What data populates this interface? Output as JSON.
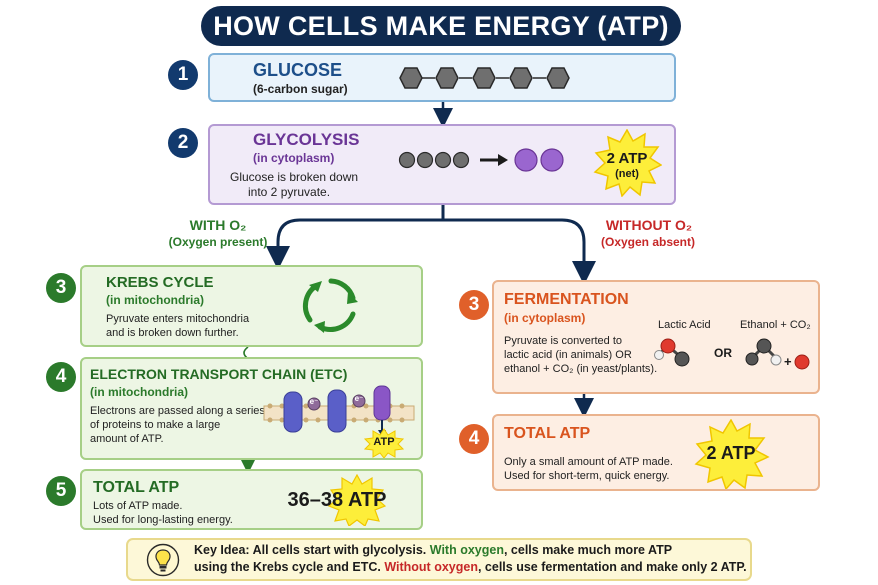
{
  "title": "HOW CELLS MAKE ENERGY (ATP)",
  "colors": {
    "navy": "#0f2a4f",
    "green": "#2b7a2b",
    "orange": "#e0602a",
    "purple": "#6a3596",
    "red": "#c62828",
    "star": "#fdee3a"
  },
  "steps": {
    "glucose": {
      "number": "1",
      "title": "GLUCOSE",
      "subtitle": "(6-carbon sugar)",
      "icon": "hexagon-chain-icon"
    },
    "glycolysis": {
      "number": "2",
      "title": "GLYCOLYSIS",
      "subtitle": "(in cytoplasm)",
      "line1": "Glucose is broken down",
      "line2": "into 2 pyruvate.",
      "atp_value": "2 ATP",
      "atp_note": "(net)"
    },
    "krebs": {
      "number": "3",
      "title": "KREBS CYCLE",
      "subtitle": "(in mitochondria)",
      "line1": "Pyruvate enters mitochondria",
      "line2": "and is broken down further.",
      "icon": "cycle-arrows-icon"
    },
    "etc": {
      "number": "4",
      "title": "ELECTRON TRANSPORT CHAIN (ETC)",
      "subtitle": "(in mitochondria)",
      "line1": "Electrons are passed along a series",
      "line2": "of proteins to make a large",
      "line3": "amount of ATP.",
      "electron": "e⁻",
      "atp_label": "ATP"
    },
    "total_aerobic": {
      "number": "5",
      "title": "TOTAL ATP",
      "line1": "Lots of ATP made.",
      "line2": "Used for long-lasting energy.",
      "value": "36–38 ATP"
    },
    "fermentation": {
      "number": "3",
      "title": "FERMENTATION",
      "subtitle": "(in cytoplasm)",
      "line1": "Pyruvate is converted to",
      "line2": "lactic acid (in animals) OR",
      "line3": "ethanol + CO₂ (in yeast/plants).",
      "lactic_label": "Lactic Acid",
      "or_label": "OR",
      "ethanol_label": "Ethanol + CO₂",
      "plus": "+"
    },
    "total_anaerobic": {
      "number": "4",
      "title": "TOTAL ATP",
      "line1": "Only a small amount of ATP made.",
      "line2": "Used for short-term, quick energy.",
      "value": "2 ATP"
    }
  },
  "branches": {
    "with_o2": {
      "label": "WITH O₂",
      "sub": "(Oxygen present)"
    },
    "without_o2": {
      "label": "WITHOUT O₂",
      "sub": "(Oxygen absent)"
    }
  },
  "key_idea": {
    "lead": "Key Idea:",
    "part1": " All cells start with glycolysis. ",
    "with_oxygen": "With oxygen",
    "part2": ", cells make much more ATP",
    "part3": "using the Krebs cycle and ETC. ",
    "without_oxygen": "Without oxygen",
    "part4": ", cells use fermentation and make only 2 ATP.",
    "icon": "lightbulb-icon"
  }
}
